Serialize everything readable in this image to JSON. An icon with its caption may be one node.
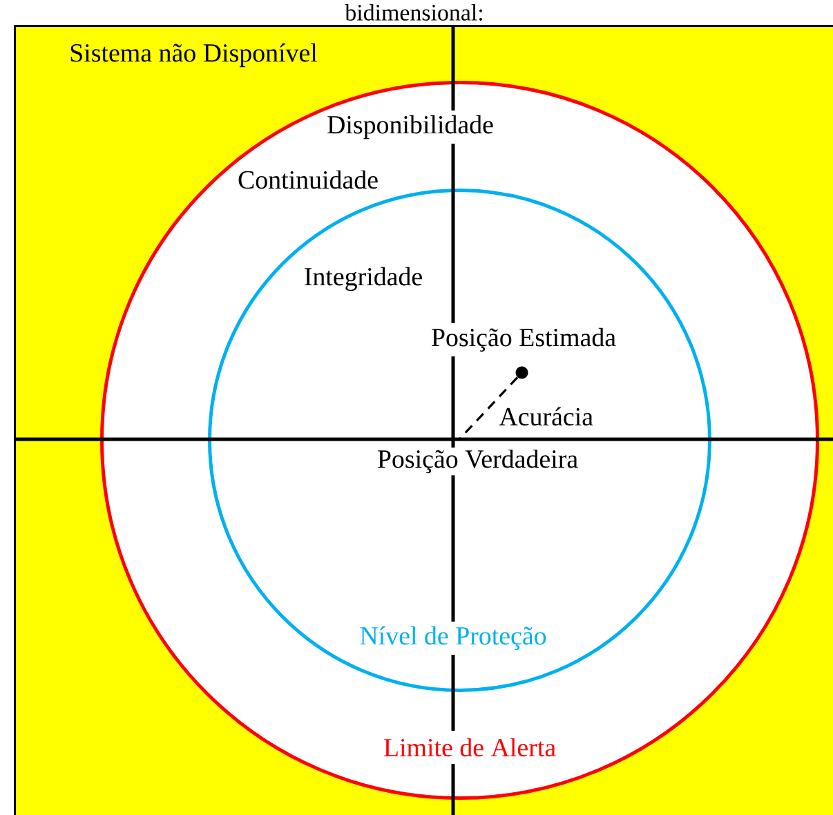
{
  "diagram": {
    "title": "bidimensional:",
    "nodes": [
      {
        "text": [
          "Sistema não Disponível"
        ]
      },
      {
        "text": [
          "Disponibilidade",
          "Continuidade",
          "Limite de Alerta"
        ],
        "in": 0
      },
      {
        "text": [
          "Integridade",
          "Nível de Proteção"
        ],
        "in": 1
      },
      {
        "text": [],
        "shape": "circle",
        "in": 2,
        "beside": [
          "Posição Estimada"
        ]
      },
      {
        "text": [
          "Posição Verdadeira"
        ],
        "in": 2
      }
    ],
    "edges": [
      {
        "from": 3,
        "to": 4,
        "arrow": "none",
        "style": "dashed",
        "label": "Acurácia"
      }
    ]
  }
}
